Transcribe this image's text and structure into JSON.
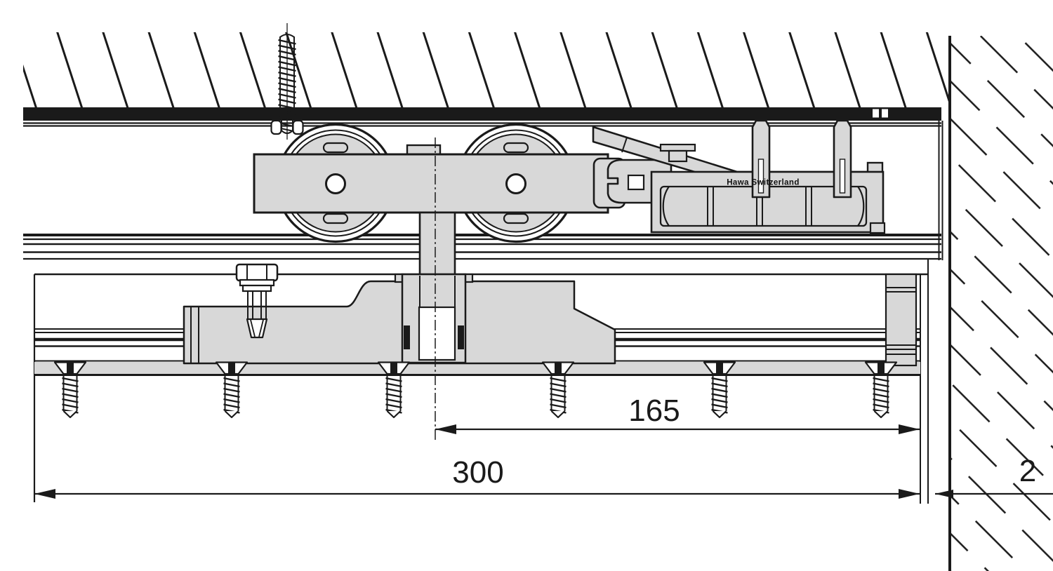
{
  "figure": {
    "brand_label": "Hawa Switzerland",
    "dimensions": {
      "centerline_to_edge": "165",
      "section_width": "300",
      "wall_gap": "2"
    },
    "colors": {
      "line": "#1a1a1a",
      "component_fill": "#d8d8d8",
      "background": "#ffffff"
    }
  }
}
